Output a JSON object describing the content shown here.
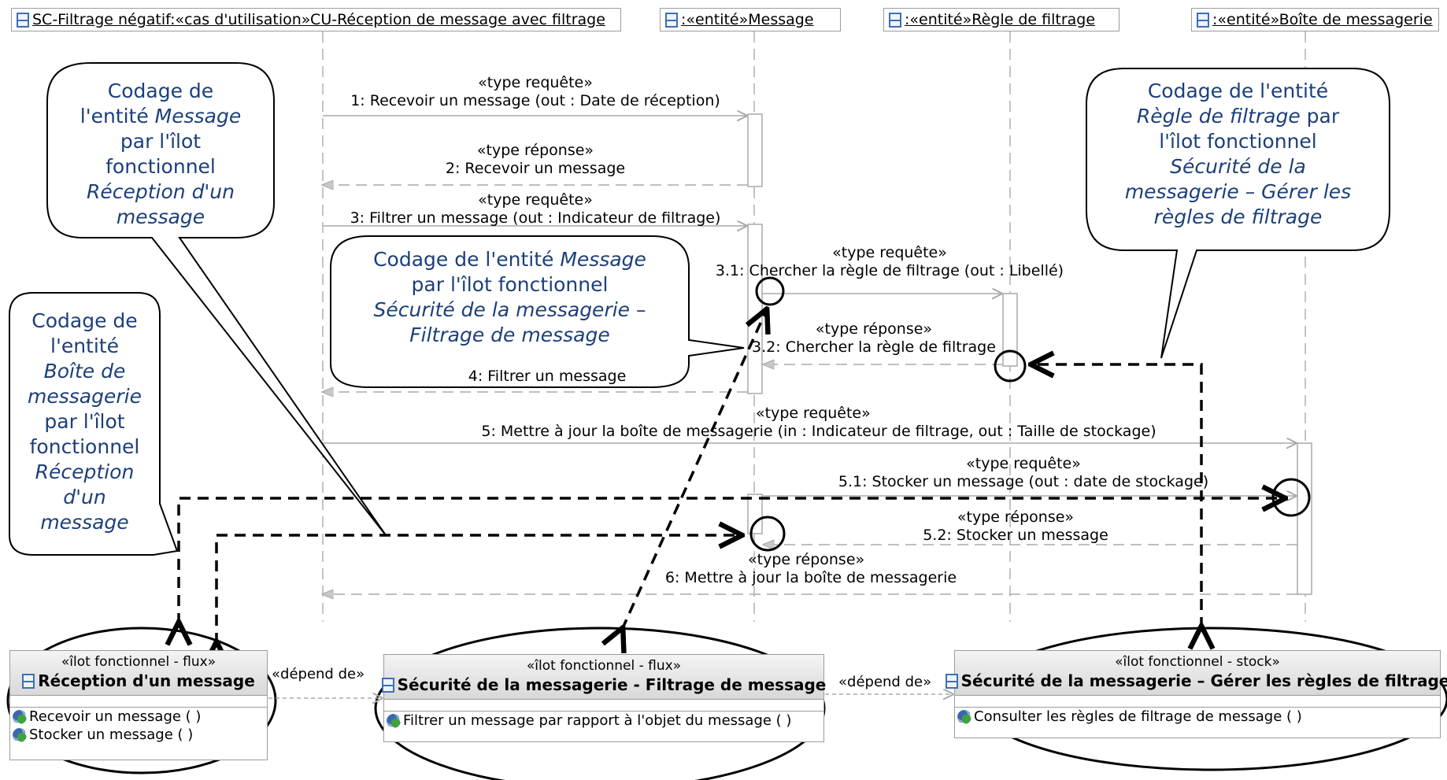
{
  "lifelines": {
    "usecase": "SC-Filtrage négatif:«cas d'utilisation»CU-Réception de message avec filtrage",
    "message": ":«entité»Message",
    "regle": ":«entité»Règle de filtrage",
    "boite": ":«entité»Boîte de messagerie"
  },
  "messages": {
    "m1_stereo": "«type requête»",
    "m1_label": "1: Recevoir un message (out : Date de réception)",
    "m2_stereo": "«type réponse»",
    "m2_label": "2: Recevoir un message",
    "m3_stereo": "«type requête»",
    "m3_label": "3: Filtrer un message (out : Indicateur de filtrage)",
    "m31_stereo": "«type requête»",
    "m31_label": "3.1: Chercher la règle de filtrage (out : Libellé)",
    "m32_stereo": "«type réponse»",
    "m32_label": "3.2: Chercher la règle de filtrage",
    "m4_label": "4: Filtrer un message",
    "m5_stereo": "«type requête»",
    "m5_label": "5: Mettre à jour la boîte de messagerie (in : Indicateur de filtrage, out : Taille de stockage)",
    "m51_stereo": "«type requête»",
    "m51_label": "5.1: Stocker un message (out : date de stockage)",
    "m52_stereo": "«type réponse»",
    "m52_label": "5.2: Stocker un message",
    "m6_stereo": "«type réponse»",
    "m6_label": "6: Mettre à jour la boîte de messagerie"
  },
  "bubbles": {
    "b1": {
      "l1": "Codage de",
      "l2a": "l'entité ",
      "l2b": "Message",
      "l3": "par l'îlot",
      "l4": "fonctionnel",
      "l5": "Réception d'un",
      "l6": "message"
    },
    "b2": {
      "l1a": "Codage de l'entité ",
      "l1b": "Message",
      "l2": "par l'îlot fonctionnel",
      "l3": "Sécurité de la messagerie –",
      "l4": "Filtrage de message"
    },
    "b3": {
      "l1": "Codage de",
      "l2": "l'entité",
      "l3": "Boîte de",
      "l4": "messagerie",
      "l5": "par l'îlot",
      "l6": "fonctionnel",
      "l7": "Réception",
      "l8": "d'un",
      "l9": "message"
    },
    "b4": {
      "l1": "Codage de l'entité",
      "l2a": "Règle de filtrage",
      "l2b": " par",
      "l3": "l'îlot fonctionnel",
      "l4": "Sécurité de la",
      "l5": "messagerie – Gérer les",
      "l6": "règles de filtrage"
    }
  },
  "classes": {
    "c1": {
      "stereotype": "«îlot fonctionnel - flux»",
      "name": "Réception d'un message",
      "ops": [
        "Recevoir un message ( )",
        "Stocker un message ( )"
      ]
    },
    "c2": {
      "stereotype": "«îlot fonctionnel - flux»",
      "name": "Sécurité de la messagerie - Filtrage de message",
      "ops": [
        "Filtrer un message par rapport à l'objet du message ( )"
      ]
    },
    "c3": {
      "stereotype": "«îlot fonctionnel - stock»",
      "name": "Sécurité de la messagerie – Gérer les règles de filtrage",
      "ops": [
        "Consulter les règles de filtrage de message ( )"
      ]
    }
  },
  "dependencies": {
    "d1": "«dépend de»",
    "d2": "«dépend de»"
  },
  "colors": {
    "bubble_text": "#1c3f7a",
    "entity_icon": "#3d6fb6",
    "line_grey": "#b0b0b0"
  }
}
